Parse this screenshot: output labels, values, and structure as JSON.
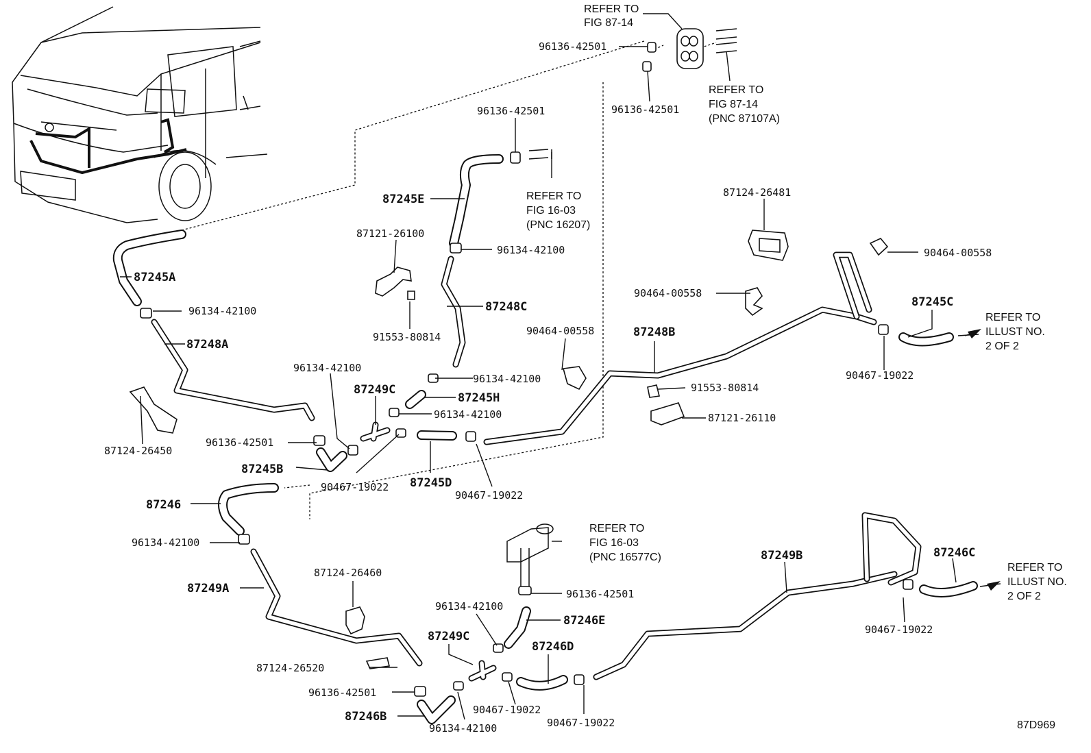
{
  "diagram_id": "87D969",
  "refs": {
    "top_left": [
      "REFER TO",
      "FIG 87-14"
    ],
    "top_right": [
      "REFER TO",
      "FIG 87-14",
      "(PNC 87107A)"
    ],
    "mid_16_03_a": [
      "REFER TO",
      "FIG 16-03",
      "(PNC 16207)"
    ],
    "illust_c": [
      "REFER TO",
      "ILLUST NO.",
      "2 OF 2"
    ],
    "mid_16_03_b": [
      "REFER TO",
      "FIG 16-03",
      "(PNC 16577C)"
    ],
    "illust_d": [
      "REFER TO",
      "ILLUST NO.",
      "2 OF 2"
    ]
  },
  "labels": {
    "p96136_top": "96136-42501",
    "p96136_top2": "96136-42501",
    "p96136_e": "96136-42501",
    "p87245E": "87245E",
    "p87121_26100": "87121-26100",
    "p96134_e": "96134-42100",
    "p87124_26481": "87124-26481",
    "p90464_right": "90464-00558",
    "p87245A": "87245A",
    "p96134_a": "96134-42100",
    "p87248C": "87248C",
    "p90464_mid": "90464-00558",
    "p91553_left": "91553-80814",
    "p87245C": "87245C",
    "p87248A": "87248A",
    "p90464_c": "90464-00558",
    "p87248B": "87248B",
    "p90467_c": "90467-19022",
    "p96134_b": "96134-42100",
    "p96134_h": "96134-42100",
    "p87249C": "87249C",
    "p87245H": "87245H",
    "p91553_right": "91553-80814",
    "p96134_c": "96134-42100",
    "p87121_26110": "87121-26110",
    "p87124_26450": "87124-26450",
    "p96136_b": "96136-42501",
    "p87245B": "87245B",
    "p90467_a": "90467-19022",
    "p87245D": "87245D",
    "p90467_b": "90467-19022",
    "p87246": "87246",
    "p96134_d": "96134-42100",
    "p87249A": "87249A",
    "p87124_26460": "87124-26460",
    "p96136_f": "96136-42501",
    "p96134_f": "96134-42100",
    "p87246E": "87246E",
    "p87249B": "87249B",
    "p87246C": "87246C",
    "p87249C_2": "87249C",
    "p87246D": "87246D",
    "p90467_d": "90467-19022",
    "p87124_26520": "87124-26520",
    "p96136_g": "96136-42501",
    "p90467_e": "90467-19022",
    "p90467_f": "90467-19022",
    "p87246B": "87246B",
    "p96134_g": "96134-42100"
  }
}
